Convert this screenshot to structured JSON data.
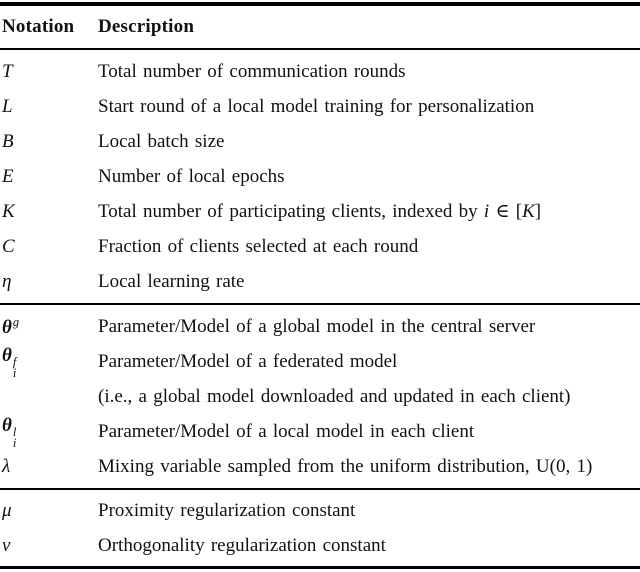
{
  "colors": {
    "background": "#ffffff",
    "text": "#111111",
    "rule": "#000000"
  },
  "table": {
    "header": {
      "notation": "Notation",
      "description": "Description"
    },
    "sections": [
      {
        "rows": [
          {
            "notation": {
              "text": "T",
              "bold": false,
              "sup": "",
              "sub": ""
            },
            "description": [
              {
                "text": "Total number of communication rounds",
                "italic": false
              }
            ]
          },
          {
            "notation": {
              "text": "L",
              "bold": false,
              "sup": "",
              "sub": ""
            },
            "description": [
              {
                "text": "Start round of a local model training for personalization",
                "italic": false
              }
            ]
          },
          {
            "notation": {
              "text": "B",
              "bold": false,
              "sup": "",
              "sub": ""
            },
            "description": [
              {
                "text": "Local batch size",
                "italic": false
              }
            ]
          },
          {
            "notation": {
              "text": "E",
              "bold": false,
              "sup": "",
              "sub": ""
            },
            "description": [
              {
                "text": "Number of local epochs",
                "italic": false
              }
            ]
          },
          {
            "notation": {
              "text": "K",
              "bold": false,
              "sup": "",
              "sub": ""
            },
            "description": [
              {
                "text": "Total number of participating clients, indexed by ",
                "italic": false
              },
              {
                "text": "i",
                "italic": true
              },
              {
                "text": " ∈ [",
                "italic": false
              },
              {
                "text": "K",
                "italic": true
              },
              {
                "text": "]",
                "italic": false
              }
            ]
          },
          {
            "notation": {
              "text": "C",
              "bold": false,
              "sup": "",
              "sub": ""
            },
            "description": [
              {
                "text": "Fraction of clients selected at each round",
                "italic": false
              }
            ]
          },
          {
            "notation": {
              "text": "η",
              "bold": false,
              "sup": "",
              "sub": ""
            },
            "description": [
              {
                "text": "Local learning rate",
                "italic": false
              }
            ]
          }
        ]
      },
      {
        "rows": [
          {
            "notation": {
              "text": "θ",
              "bold": true,
              "sup": "g",
              "sub": ""
            },
            "description": [
              {
                "text": "Parameter/Model of a global model in the central server",
                "italic": false
              }
            ]
          },
          {
            "notation": {
              "text": "θ",
              "bold": true,
              "sup": "f",
              "sub": "i"
            },
            "description": [
              {
                "text": "Parameter/Model of a federated model",
                "italic": false
              }
            ]
          },
          {
            "notation": null,
            "description": [
              {
                "text": "(i.e., a global model downloaded and updated in each client)",
                "italic": false
              }
            ]
          },
          {
            "notation": {
              "text": "θ",
              "bold": true,
              "sup": "l",
              "sub": "i"
            },
            "description": [
              {
                "text": "Parameter/Model of a local model in each client",
                "italic": false
              }
            ]
          },
          {
            "notation": {
              "text": "λ",
              "bold": false,
              "sup": "",
              "sub": ""
            },
            "description": [
              {
                "text": "Mixing variable sampled from the uniform distribution, U(0, 1)",
                "italic": false
              }
            ]
          }
        ]
      },
      {
        "rows": [
          {
            "notation": {
              "text": "μ",
              "bold": false,
              "sup": "",
              "sub": ""
            },
            "description": [
              {
                "text": "Proximity regularization constant",
                "italic": false
              }
            ]
          },
          {
            "notation": {
              "text": "ν",
              "bold": false,
              "sup": "",
              "sub": ""
            },
            "description": [
              {
                "text": "Orthogonality regularization constant",
                "italic": false
              }
            ]
          }
        ]
      }
    ]
  }
}
